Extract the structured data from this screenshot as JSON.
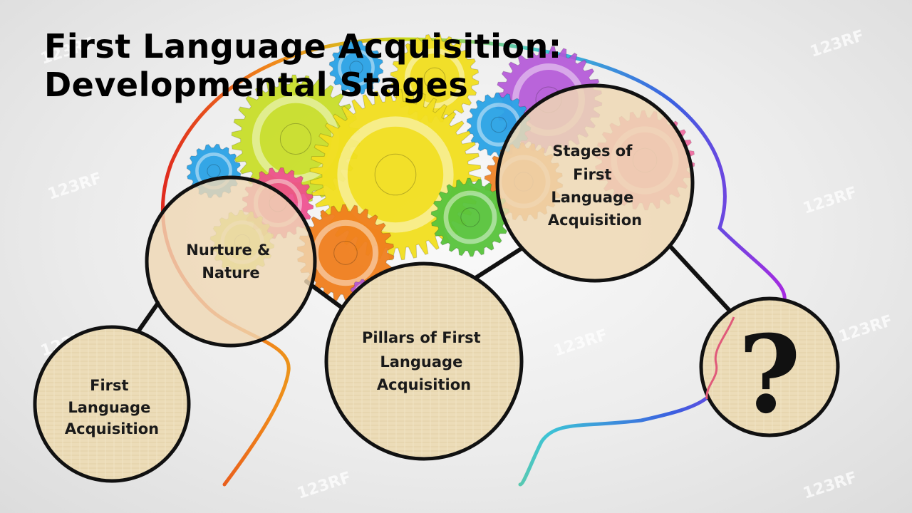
{
  "slide": {
    "title_line1": "First Language Acquisition:",
    "title_line2": "Developmental Stages"
  },
  "nodes": [
    {
      "id": "first-language-acquisition",
      "lines": [
        "First",
        "Language",
        "Acquisition"
      ]
    },
    {
      "id": "nurture-nature",
      "lines": [
        "Nurture &",
        "Nature"
      ]
    },
    {
      "id": "pillars",
      "lines": [
        "Pillars of First",
        "Language",
        "Acquisition"
      ]
    },
    {
      "id": "stages",
      "lines": [
        "Stages of",
        "First",
        "Language",
        "Acquisition"
      ]
    },
    {
      "id": "question",
      "symbol": "?"
    }
  ],
  "watermark": "123RF",
  "colors": {
    "node_fill": "#ecdcb8",
    "node_border": "#111111",
    "connector": "#111111",
    "gear_yellow": "#f2df1f",
    "gear_lime": "#c9df2a",
    "gear_orange": "#f07f1e",
    "gear_pink": "#ef4b8d",
    "gear_blue": "#2aa3e6",
    "gear_purple": "#b455d8",
    "gear_green": "#58c43c"
  }
}
